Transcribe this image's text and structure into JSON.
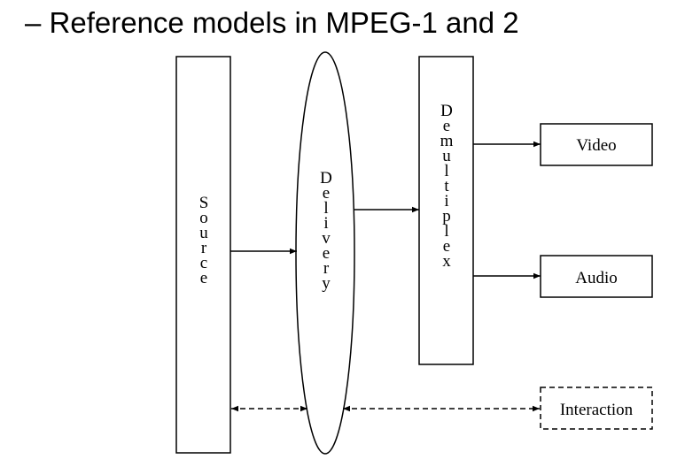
{
  "slide": {
    "title": "– Reference models in MPEG-1 and 2"
  },
  "diagram": {
    "nodes": {
      "source": "Source",
      "delivery": "Delivery",
      "demultiplex": "Demultiplex",
      "video": "Video",
      "audio": "Audio",
      "interaction": "Interaction"
    },
    "edges": [
      {
        "from": "Source",
        "to": "Delivery",
        "style": "solid",
        "direction": "forward"
      },
      {
        "from": "Delivery",
        "to": "Demultiplex",
        "style": "solid",
        "direction": "forward"
      },
      {
        "from": "Demultiplex",
        "to": "Video",
        "style": "solid",
        "direction": "forward"
      },
      {
        "from": "Demultiplex",
        "to": "Audio",
        "style": "solid",
        "direction": "forward"
      },
      {
        "from": "Source",
        "to": "Delivery",
        "style": "dashed",
        "direction": "both"
      },
      {
        "from": "Delivery",
        "to": "Interaction",
        "style": "dashed",
        "direction": "both"
      }
    ]
  }
}
